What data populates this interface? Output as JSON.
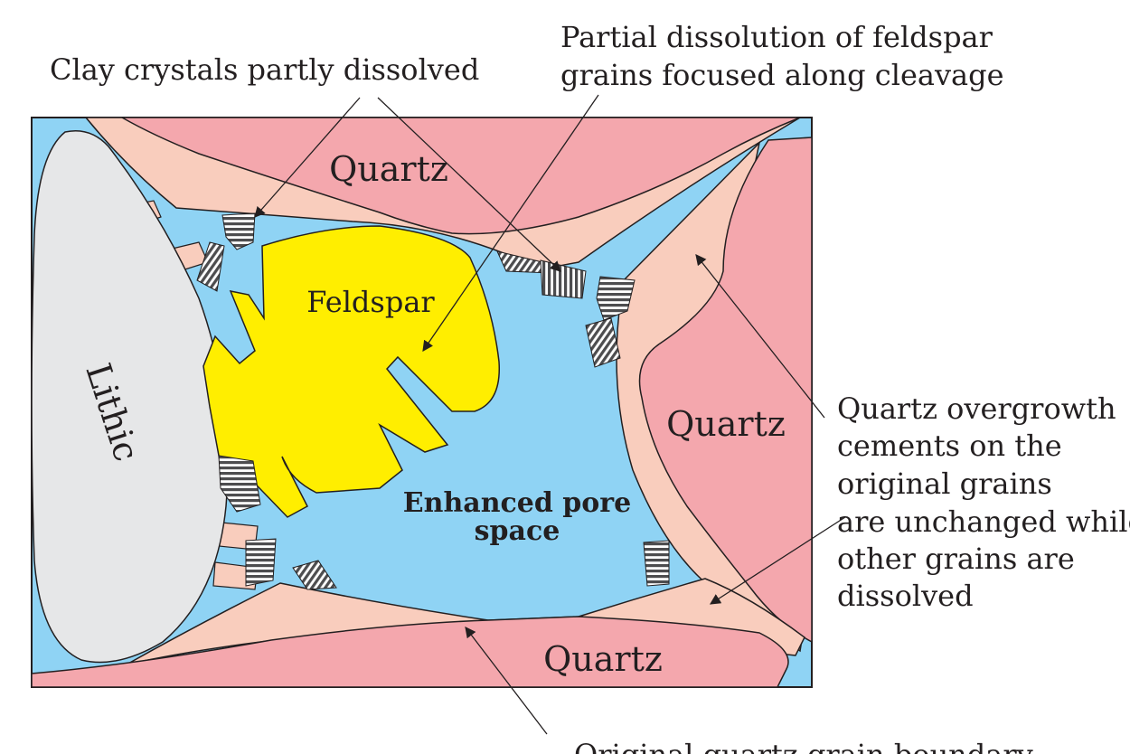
{
  "diagram": {
    "grains": {
      "quartz_top": "Quartz",
      "quartz_right": "Quartz",
      "quartz_bottom": "Quartz",
      "feldspar": "Feldspar",
      "lithic": "Lithic"
    },
    "pore_label_line1": "Enhanced pore",
    "pore_label_line2": "space",
    "annotations": {
      "clay": "Clay crystals partly dissolved",
      "feldspar_line1": "Partial dissolution of feldspar",
      "feldspar_line2": "grains focused along cleavage",
      "overgrowth_lines": [
        "Quartz overgrowth",
        "cements on the",
        "original grains",
        "are unchanged while",
        "other grains are",
        "dissolved"
      ],
      "boundary": "Original quartz grain boundary"
    },
    "colors": {
      "pore": "#8fd3f4",
      "quartz": "#f4a7ad",
      "overgrowth": "#f9cdbd",
      "feldspar": "#ffee00",
      "lithic": "#e6e7e8",
      "outline": "#231f20"
    }
  }
}
